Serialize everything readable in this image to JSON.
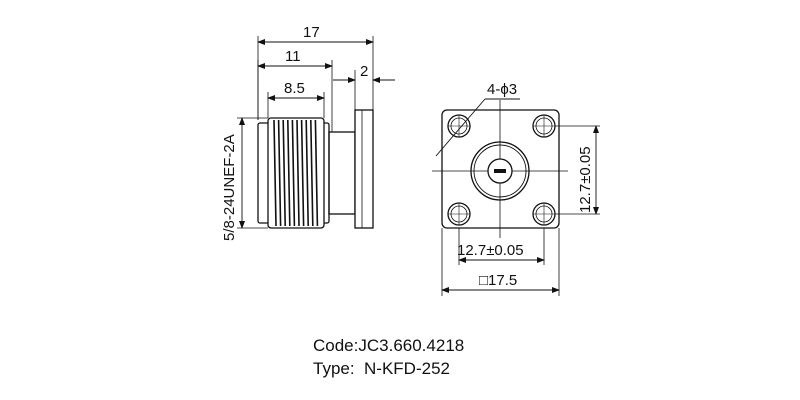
{
  "side_view": {
    "dims": {
      "overall_length": "17",
      "body_length": "11",
      "thread_length": "8.5",
      "flange_thickness": "2",
      "thread_spec": "5/8-24UNEF-2A"
    }
  },
  "front_view": {
    "dims": {
      "holes": "4-ϕ3",
      "hole_spacing_vertical": "12.7±0.05",
      "hole_spacing_horizontal": "12.7±0.05",
      "flange_size": "□17.5"
    }
  },
  "caption": {
    "code": "Code:JC3.660.4218",
    "type": "Type:  N-KFD-252"
  }
}
